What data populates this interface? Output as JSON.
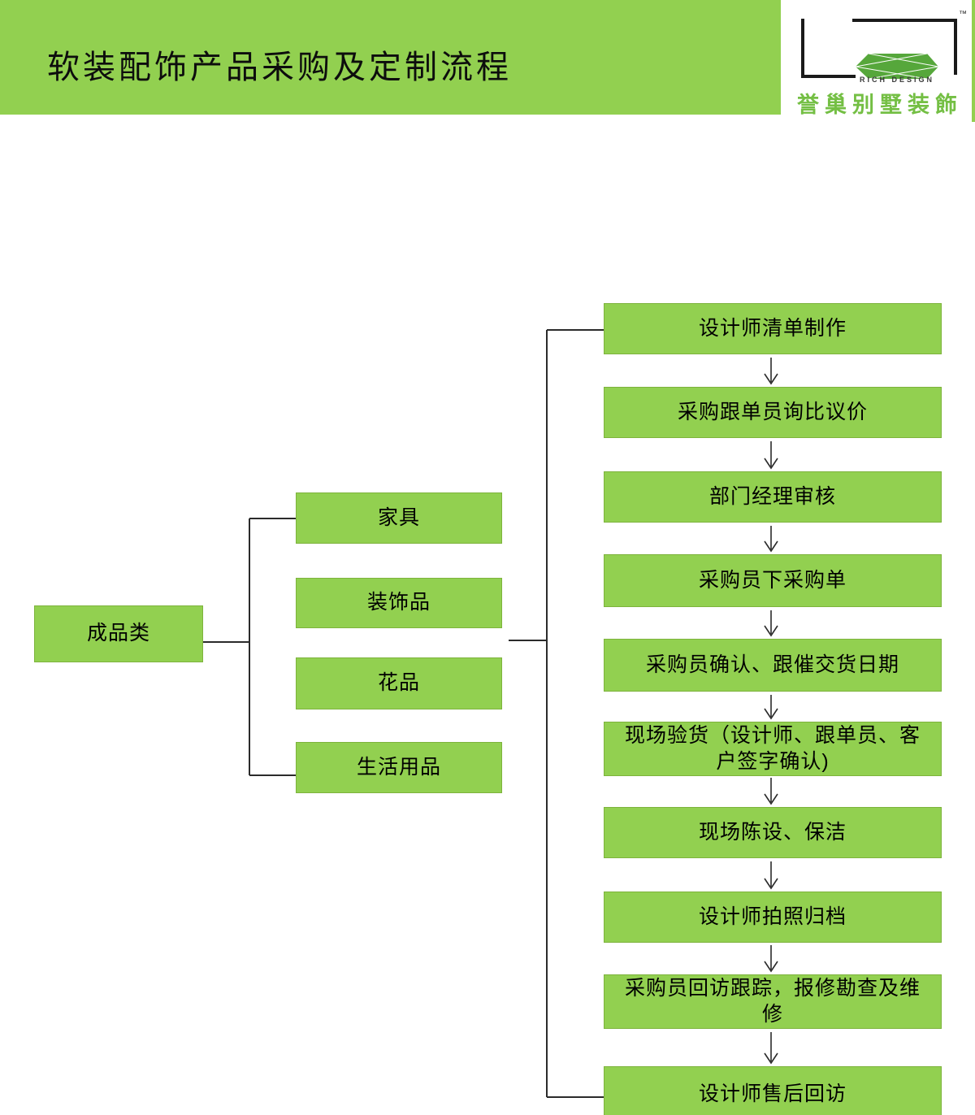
{
  "header": {
    "title": "软装配饰产品采购及定制流程"
  },
  "logo": {
    "brand_en": "RICH DESIGN",
    "brand_cn": "誉巢别墅装飾",
    "trademark": "™"
  },
  "colors": {
    "accent_green": "#92D050",
    "box_border_green": "#7db33c",
    "logo_beam_green": "#56A73B",
    "connector_black": "#2b2b2b"
  },
  "flow": {
    "root": "成品类",
    "categories": [
      "家具",
      "装饰品",
      "花品",
      "生活用品"
    ],
    "steps": [
      "设计师清单制作",
      "采购跟单员询比议价",
      "部门经理审核",
      "采购员下采购单",
      "采购员确认、跟催交货日期",
      "现场验货（设计师、跟单员、客户签字确认)",
      "现场陈设、保洁",
      "设计师拍照归档",
      "采购员回访跟踪，报修勘查及维修",
      "设计师售后回访"
    ]
  }
}
